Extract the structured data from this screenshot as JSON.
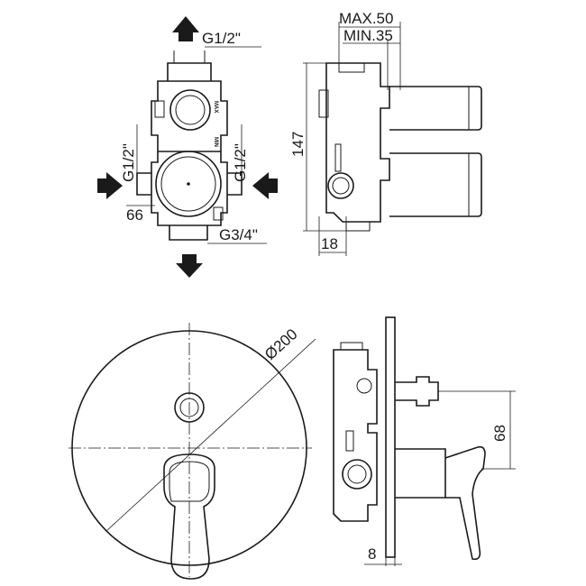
{
  "top_left_view": {
    "outlet_top_thread": "G1/2\"",
    "inlet_left_thread": "G1/2\"",
    "inlet_right_thread": "G1/2\"",
    "outlet_bottom_thread": "G3/4\"",
    "width_dim": "66",
    "max_mark": "MAX",
    "min_mark": "MIN"
  },
  "top_right_view": {
    "max_depth": "MAX.50",
    "min_depth": "MIN.35",
    "height_dim": "147",
    "offset_dim": "18"
  },
  "bottom_left_view": {
    "diameter": "Ø200"
  },
  "bottom_right_view": {
    "height_dim": "68",
    "plate_dim": "8"
  }
}
